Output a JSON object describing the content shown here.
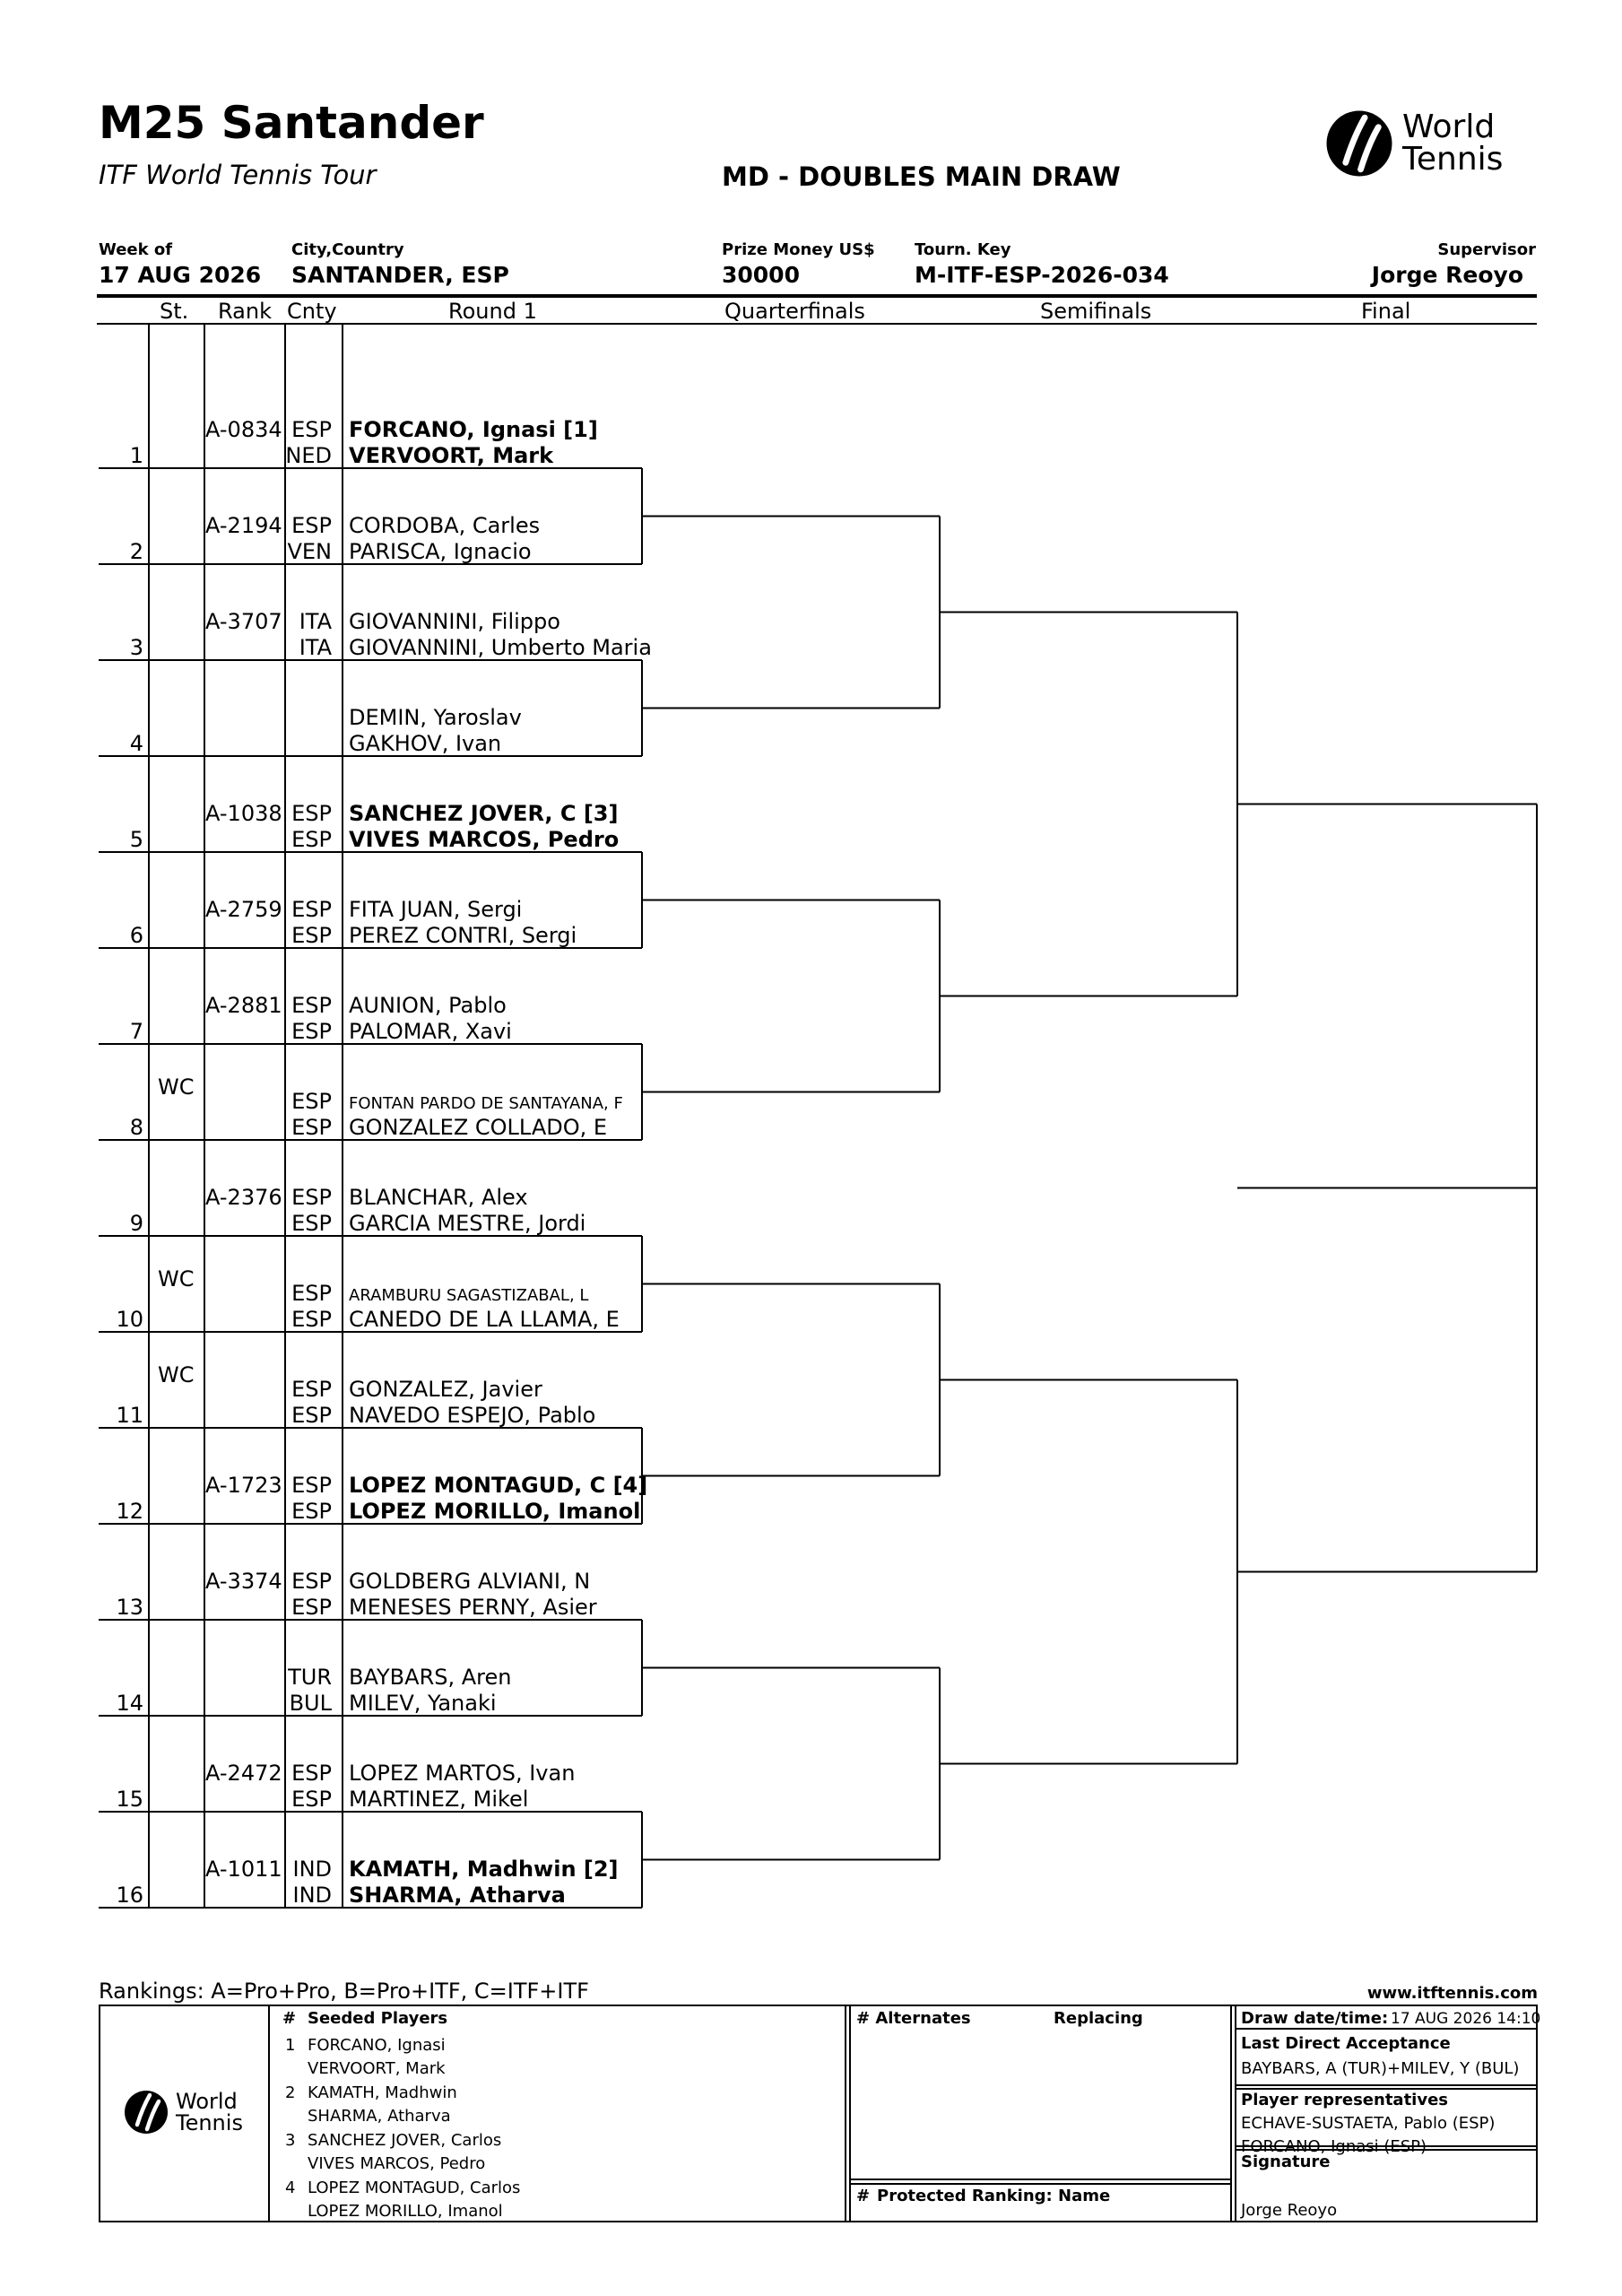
{
  "tournament": {
    "title": "M25 Santander",
    "tour": "ITF World Tennis Tour",
    "draw_type": "MD - DOUBLES MAIN DRAW",
    "logo_text_line1": "World",
    "logo_text_line2": "Tennis"
  },
  "header": {
    "week_label": "Week of",
    "week_value": "17 AUG 2026",
    "city_label": "City,Country",
    "city_value": "SANTANDER, ESP",
    "prize_label": "Prize Money US$",
    "prize_value": "30000",
    "key_label": "Tourn. Key",
    "key_value": "M-ITF-ESP-2026-034",
    "supervisor_label": "Supervisor",
    "supervisor_value": "Jorge Reoyo"
  },
  "columns": {
    "st": "St.",
    "rank": "Rank",
    "cnty": "Cnty",
    "round1": "Round 1",
    "qf": "Quarterfinals",
    "sf": "Semifinals",
    "final": "Final"
  },
  "draw": [
    {
      "num": "1",
      "st": "",
      "rank": "A-0834",
      "seed": true,
      "c1": "ESP",
      "p1": "FORCANO, Ignasi [1]",
      "c2": "NED",
      "p2": "VERVOORT, Mark"
    },
    {
      "num": "2",
      "st": "",
      "rank": "A-2194",
      "seed": false,
      "c1": "ESP",
      "p1": "CORDOBA, Carles",
      "c2": "VEN",
      "p2": "PARISCA, Ignacio"
    },
    {
      "num": "3",
      "st": "",
      "rank": "A-3707",
      "seed": false,
      "c1": "ITA",
      "p1": "GIOVANNINI, Filippo",
      "c2": "ITA",
      "p2": "GIOVANNINI, Umberto Maria"
    },
    {
      "num": "4",
      "st": "",
      "rank": "",
      "seed": false,
      "c1": "",
      "p1": "DEMIN, Yaroslav",
      "c2": "",
      "p2": "GAKHOV, Ivan"
    },
    {
      "num": "5",
      "st": "",
      "rank": "A-1038",
      "seed": true,
      "c1": "ESP",
      "p1": "SANCHEZ JOVER, C [3]",
      "c2": "ESP",
      "p2": "VIVES MARCOS, Pedro"
    },
    {
      "num": "6",
      "st": "",
      "rank": "A-2759",
      "seed": false,
      "c1": "ESP",
      "p1": "FITA JUAN, Sergi",
      "c2": "ESP",
      "p2": "PEREZ CONTRI, Sergi"
    },
    {
      "num": "7",
      "st": "",
      "rank": "A-2881",
      "seed": false,
      "c1": "ESP",
      "p1": "AUNION, Pablo",
      "c2": "ESP",
      "p2": "PALOMAR, Xavi"
    },
    {
      "num": "8",
      "st": "WC",
      "rank": "",
      "seed": false,
      "small1": true,
      "c1": "ESP",
      "p1": "FONTAN PARDO DE SANTAYANA, F",
      "c2": "ESP",
      "p2": "GONZALEZ COLLADO, E"
    },
    {
      "num": "9",
      "st": "",
      "rank": "A-2376",
      "seed": false,
      "c1": "ESP",
      "p1": "BLANCHAR, Alex",
      "c2": "ESP",
      "p2": "GARCIA MESTRE, Jordi"
    },
    {
      "num": "10",
      "st": "WC",
      "rank": "",
      "seed": false,
      "small1": true,
      "c1": "ESP",
      "p1": "ARAMBURU SAGASTIZABAL, L",
      "c2": "ESP",
      "p2": "CANEDO DE LA LLAMA, E"
    },
    {
      "num": "11",
      "st": "WC",
      "rank": "",
      "seed": false,
      "c1": "ESP",
      "p1": "GONZALEZ, Javier",
      "c2": "ESP",
      "p2": "NAVEDO ESPEJO, Pablo"
    },
    {
      "num": "12",
      "st": "",
      "rank": "A-1723",
      "seed": true,
      "c1": "ESP",
      "p1": "LOPEZ MONTAGUD, C [4]",
      "c2": "ESP",
      "p2": "LOPEZ MORILLO, Imanol"
    },
    {
      "num": "13",
      "st": "",
      "rank": "A-3374",
      "seed": false,
      "c1": "ESP",
      "p1": "GOLDBERG ALVIANI, N",
      "c2": "ESP",
      "p2": "MENESES PERNY, Asier"
    },
    {
      "num": "14",
      "st": "",
      "rank": "",
      "seed": false,
      "c1": "TUR",
      "p1": "BAYBARS, Aren",
      "c2": "BUL",
      "p2": "MILEV, Yanaki"
    },
    {
      "num": "15",
      "st": "",
      "rank": "A-2472",
      "seed": false,
      "c1": "ESP",
      "p1": "LOPEZ MARTOS, Ivan",
      "c2": "ESP",
      "p2": "MARTINEZ, Mikel"
    },
    {
      "num": "16",
      "st": "",
      "rank": "A-1011",
      "seed": true,
      "c1": "IND",
      "p1": "KAMATH, Madhwin [2]",
      "c2": "IND",
      "p2": "SHARMA, Atharva"
    }
  ],
  "footer": {
    "rankings_legend": "Rankings: A=Pro+Pro, B=Pro+ITF, C=ITF+ITF",
    "website": "www.itftennis.com",
    "seeded_header_num": "#",
    "seeded_header": "Seeded Players",
    "seeded": [
      {
        "num": "1",
        "line1": "FORCANO, Ignasi",
        "line2": "VERVOORT, Mark"
      },
      {
        "num": "2",
        "line1": "KAMATH, Madhwin",
        "line2": "SHARMA, Atharva"
      },
      {
        "num": "3",
        "line1": "SANCHEZ JOVER, Carlos",
        "line2": "VIVES MARCOS, Pedro"
      },
      {
        "num": "4",
        "line1": "LOPEZ MONTAGUD, Carlos",
        "line2": "LOPEZ MORILLO, Imanol"
      }
    ],
    "alternates_header": "# Alternates",
    "replacing_header": "Replacing",
    "protected_header_num": "#",
    "protected_header": "Protected Ranking: Name",
    "draw_date_label": "Draw date/time:",
    "draw_date_value": "17 AUG 2026 14:10",
    "lda_label": "Last Direct Acceptance",
    "lda_value": "BAYBARS, A (TUR)+MILEV, Y (BUL)",
    "reps_label": "Player representatives",
    "rep1": "ECHAVE-SUSTAETA, Pablo (ESP)",
    "rep2": "FORCANO, Ignasi (ESP)",
    "signature_label": "Signature",
    "signature_value": "Jorge Reoyo"
  },
  "colors": {
    "ink": "#000000",
    "background": "#ffffff"
  }
}
